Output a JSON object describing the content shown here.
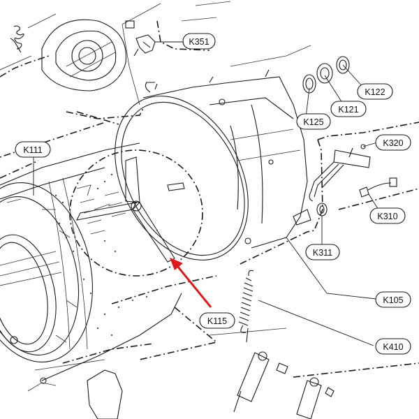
{
  "diagram": {
    "arrow_color": "#e0191c",
    "line_color": "#1a1a1a",
    "labels": {
      "k351": "K351",
      "k122": "K122",
      "k121": "K121",
      "k125": "K125",
      "k320": "K320",
      "k111": "K111",
      "k310": "K310",
      "k311": "K311",
      "k105": "K105",
      "k115": "K115",
      "k410": "K410"
    }
  }
}
